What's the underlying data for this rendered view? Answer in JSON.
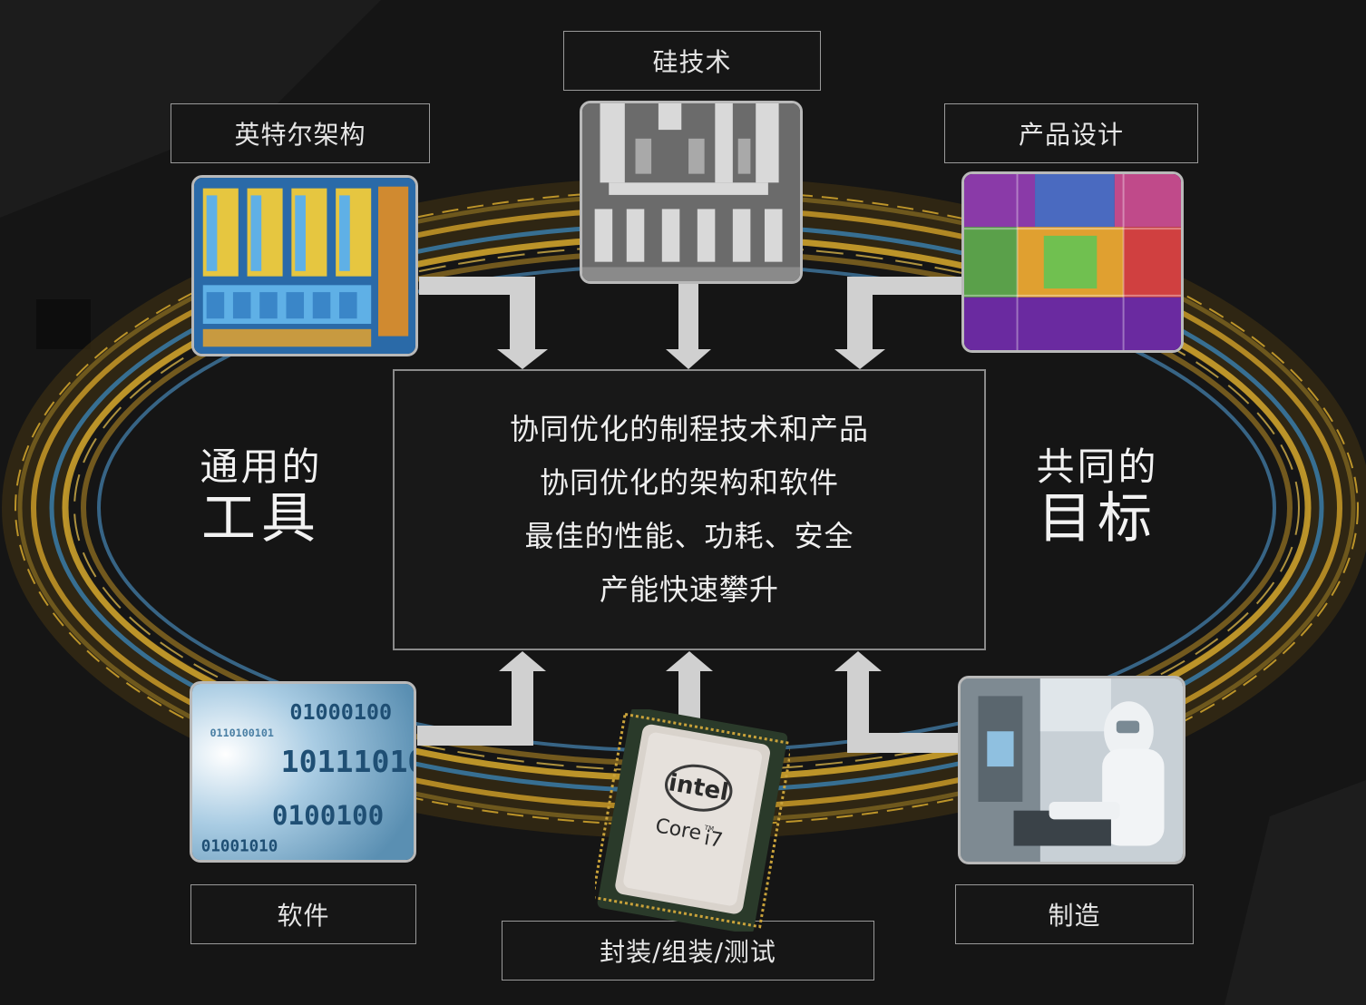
{
  "top_labels": {
    "architecture": "英特尔架构",
    "silicon": "硅技术",
    "product_design": "产品设计"
  },
  "bottom_labels": {
    "software": "软件",
    "packaging": "封装/组装/测试",
    "manufacturing": "制造"
  },
  "left_caption": {
    "line1": "通用的",
    "line2": "工具"
  },
  "right_caption": {
    "line1": "共同的",
    "line2": "目标"
  },
  "center_lines": [
    "协同优化的制程技术和产品",
    "协同优化的架构和软件",
    "最佳的性能、功耗、安全",
    "产能快速攀升"
  ],
  "chip_logo": {
    "brand": "intel",
    "model": "Core",
    "tm": "TM",
    "suffix": "i7"
  },
  "colors": {
    "background": "#151515",
    "ring_gold": "#e0b030",
    "ring_blue": "#3b8ec9",
    "arrow": "#cfcfcf"
  }
}
